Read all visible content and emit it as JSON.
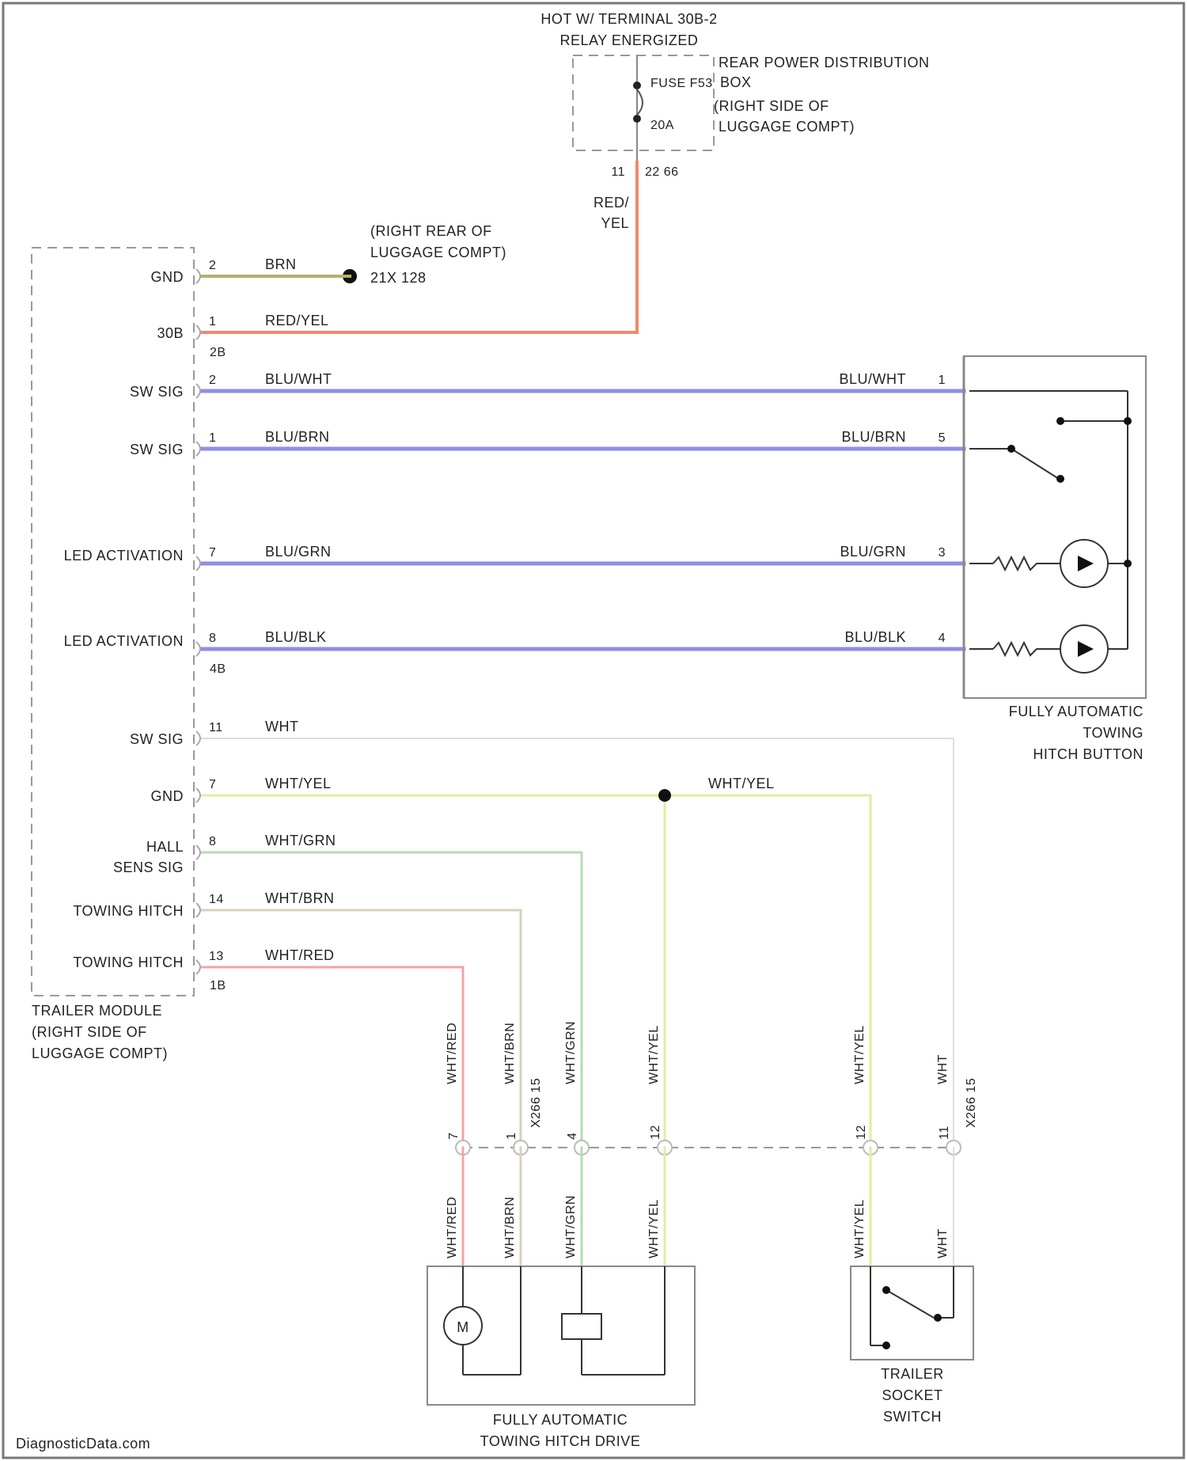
{
  "colors": {
    "red_yel": "#f08a6a",
    "brn": "#b7b06a",
    "blue": "#8f8fe6",
    "wht": "#dddddd",
    "wht_yel": "#e2ee9a",
    "wht_grn": "#b6dcb0",
    "wht_brn": "#d8d2b8",
    "wht_red": "#f2a4a4"
  },
  "power": {
    "hot_line1": "HOT W/ TERMINAL 30B-2",
    "hot_line2": "RELAY ENERGIZED",
    "fuse_label": "FUSE F53",
    "fuse_rating": "20A",
    "rpd_line1": "REAR POWER DISTRIBUTION",
    "rpd_line2": "BOX",
    "rpd_line3": "(RIGHT SIDE OF",
    "rpd_line4": "LUGGAGE COMPT)",
    "pin": "11",
    "connector": "22 66",
    "wire_line1": "RED/",
    "wire_line2": "YEL"
  },
  "ground": {
    "loc_line1": "(RIGHT REAR OF",
    "loc_line2": "LUGGAGE COMPT)",
    "id": "21X 128"
  },
  "trailer_module": {
    "line1": "TRAILER MODULE",
    "line2": "(RIGHT SIDE OF",
    "line3": "LUGGAGE COMPT)",
    "conn_a": "2B",
    "conn_b": "4B",
    "conn_c": "1B",
    "circuits": [
      {
        "label": "GND",
        "pin": "2",
        "wire": "BRN"
      },
      {
        "label": "30B",
        "pin": "1",
        "wire": "RED/YEL"
      },
      {
        "label": "SW SIG",
        "pin": "2",
        "wire": "BLU/WHT",
        "far_wire": "BLU/WHT",
        "far_pin": "1"
      },
      {
        "label": "SW SIG",
        "pin": "1",
        "wire": "BLU/BRN",
        "far_wire": "BLU/BRN",
        "far_pin": "5"
      },
      {
        "label": "LED ACTIVATION",
        "pin": "7",
        "wire": "BLU/GRN",
        "far_wire": "BLU/GRN",
        "far_pin": "3"
      },
      {
        "label": "LED ACTIVATION",
        "pin": "8",
        "wire": "BLU/BLK",
        "far_wire": "BLU/BLK",
        "far_pin": "4"
      },
      {
        "label": "SW SIG",
        "pin": "11",
        "wire": "WHT"
      },
      {
        "label": "GND",
        "pin": "7",
        "wire": "WHT/YEL",
        "far_wire": "WHT/YEL"
      },
      {
        "label_line1": "HALL",
        "label_line2": "SENS SIG",
        "pin": "8",
        "wire": "WHT/GRN"
      },
      {
        "label": "TOWING HITCH",
        "pin": "14",
        "wire": "WHT/BRN"
      },
      {
        "label": "TOWING HITCH",
        "pin": "13",
        "wire": "WHT/RED"
      }
    ]
  },
  "hitch_button": {
    "line1": "FULLY AUTOMATIC",
    "line2": "TOWING",
    "line3": "HITCH BUTTON"
  },
  "vertical_wires": {
    "upper": [
      "WHT/RED",
      "WHT/BRN",
      "WHT/GRN",
      "WHT/YEL",
      "WHT/YEL",
      "WHT"
    ],
    "lower": [
      "WHT/RED",
      "WHT/BRN",
      "WHT/GRN",
      "WHT/YEL",
      "WHT/YEL",
      "WHT"
    ],
    "pins": [
      "7",
      "1",
      "4",
      "12",
      "12",
      "11"
    ],
    "connector_a": "X266 15",
    "connector_b": "X266 15"
  },
  "hitch_drive": {
    "line1": "FULLY AUTOMATIC",
    "line2": "TOWING HITCH DRIVE",
    "motor": "M"
  },
  "socket_switch": {
    "line1": "TRAILER",
    "line2": "SOCKET",
    "line3": "SWITCH"
  },
  "footer": "DiagnosticData.com"
}
